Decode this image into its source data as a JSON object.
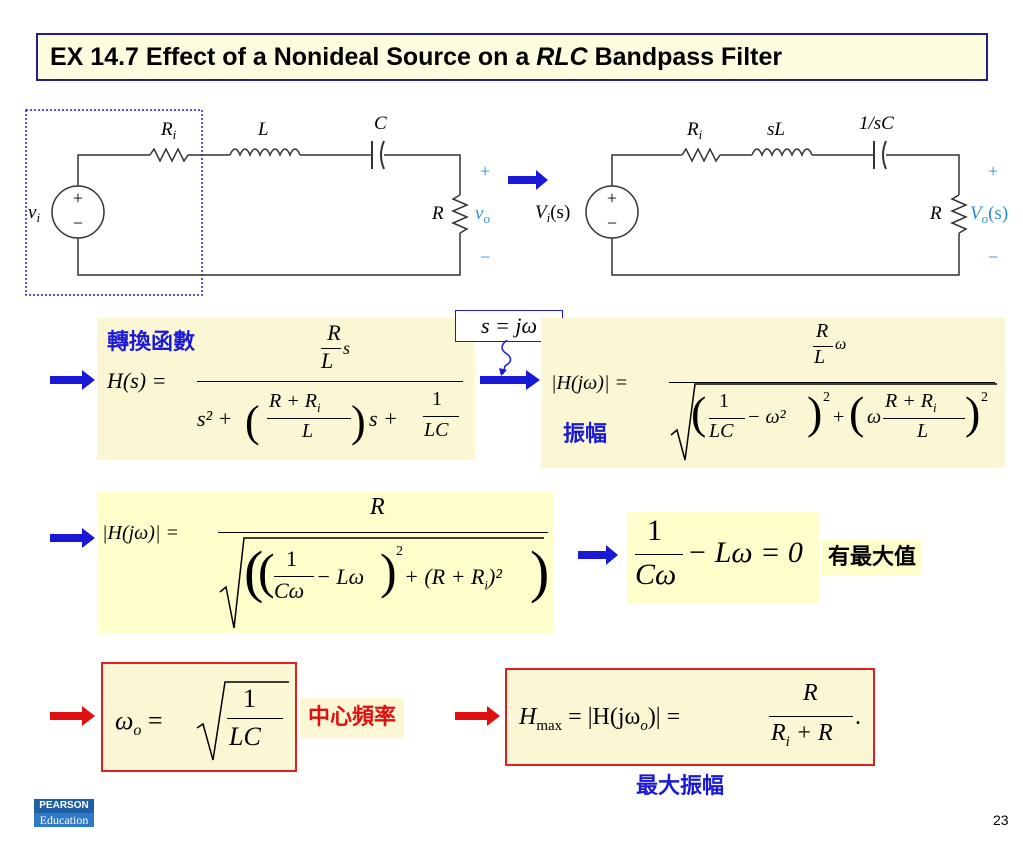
{
  "title": {
    "prefix": "EX 14.7 Effect of a Nonideal Source on a ",
    "italic": "RLC",
    "suffix": " Bandpass Filter"
  },
  "circuit_left": {
    "source": "v",
    "source_sub": "i",
    "resistor_top": "R",
    "resistor_top_sub": "i",
    "inductor": "L",
    "capacitor": "C",
    "load": "R",
    "output": "v",
    "output_sub": "o",
    "plus": "+",
    "minus": "−"
  },
  "circuit_right": {
    "source": "V",
    "source_sub": "i",
    "source_arg": "(s)",
    "resistor_top": "R",
    "resistor_top_sub": "i",
    "inductor": "sL",
    "capacitor": "1/sC",
    "load": "R",
    "output": "V",
    "output_sub": "o",
    "output_arg": "(s)",
    "plus": "+",
    "minus": "−"
  },
  "callout": "s = jω",
  "labels": {
    "transfer_function": "轉換函數",
    "amplitude": "振幅",
    "has_max": "有最大值",
    "center_freq": "中心頻率",
    "max_amplitude": "最大振幅"
  },
  "eq1": {
    "lhs": "H(s) =",
    "num_R": "R",
    "num_L": "L",
    "num_s": "s",
    "den_a": "s² + ",
    "den_frac_num": "R + R",
    "den_frac_num_sub": "i",
    "den_frac_den": "L",
    "den_b": " s + ",
    "den_c_num": "1",
    "den_c_den": "LC"
  },
  "eq2": {
    "lhs": "|H(jω)| =",
    "num_R": "R",
    "num_L": "L",
    "num_w": "ω",
    "t1_num": "1",
    "t1_den": "LC",
    "t1_tail": " − ω²",
    "t2_head": "ω",
    "t2_num": "R + R",
    "t2_num_sub": "i",
    "t2_den": "L"
  },
  "eq3": {
    "lhs": "|H(jω)| =",
    "num": "R",
    "t1_num": "1",
    "t1_den": "Cω",
    "t1_tail": " − Lω",
    "t2": " + (R + R",
    "t2_sub": "i",
    "t2_end": ")²"
  },
  "eq4": {
    "num": "1",
    "den": "Cω",
    "tail": " − Lω = 0"
  },
  "eq5": {
    "lhs": "ω",
    "lhs_sub": "o",
    "eq": " = ",
    "num": "1",
    "den": "LC"
  },
  "eq6": {
    "lhs": "H",
    "lhs_sub": "max",
    "mid": " = |H(jω",
    "mid_sub": "o",
    "mid_end": ")| = ",
    "num": "R",
    "den": "R",
    "den_sub": "i",
    "den_tail": " + R",
    "end": "."
  },
  "footer": {
    "brand": "PEARSON",
    "brand2": "Education",
    "page": "23"
  },
  "colors": {
    "blue_arrow": "#1a1ad6",
    "red_arrow": "#e01010",
    "title_border": "#1f1f8f"
  }
}
